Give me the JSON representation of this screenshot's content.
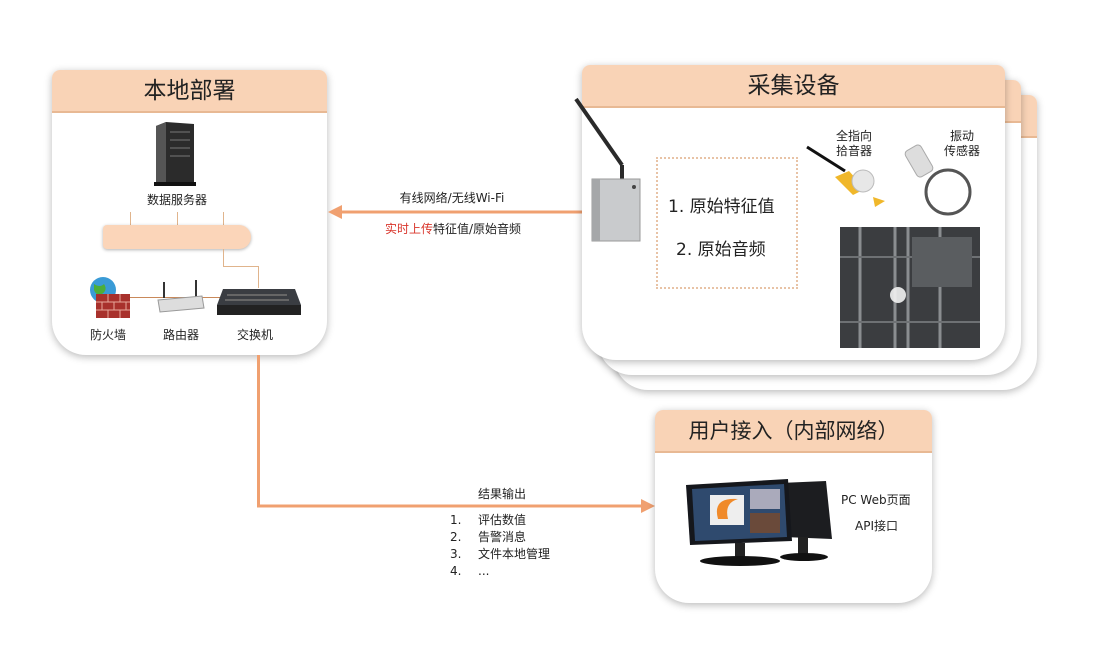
{
  "local": {
    "title": "本地部署",
    "server_label": "数据服务器",
    "firewall_label": "防火墙",
    "router_label": "路由器",
    "switch_label": "交换机"
  },
  "upload_link": {
    "top_text": "有线网络/无线Wi-Fi",
    "bottom_highlight": "实时上传",
    "bottom_rest": "特征值/原始音频",
    "highlight_color": "#d9352b",
    "arrow_color": "#f0a070"
  },
  "collection": {
    "title": "采集设备",
    "items": [
      "1.  原始特征值",
      "2.  原始音频"
    ],
    "mic_label_1": "全指向",
    "mic_label_2": "拾音器",
    "vib_label_1": "振动",
    "vib_label_2": "传感器"
  },
  "output_link": {
    "title": "结果输出",
    "items": [
      {
        "num": "1.",
        "text": "评估数值"
      },
      {
        "num": "2.",
        "text": "告警消息"
      },
      {
        "num": "3.",
        "text": "文件本地管理"
      },
      {
        "num": "4.",
        "text": "..."
      }
    ]
  },
  "user": {
    "title": "用户接入（内部网络）",
    "line1": "PC Web页面",
    "line2": "API接口"
  }
}
